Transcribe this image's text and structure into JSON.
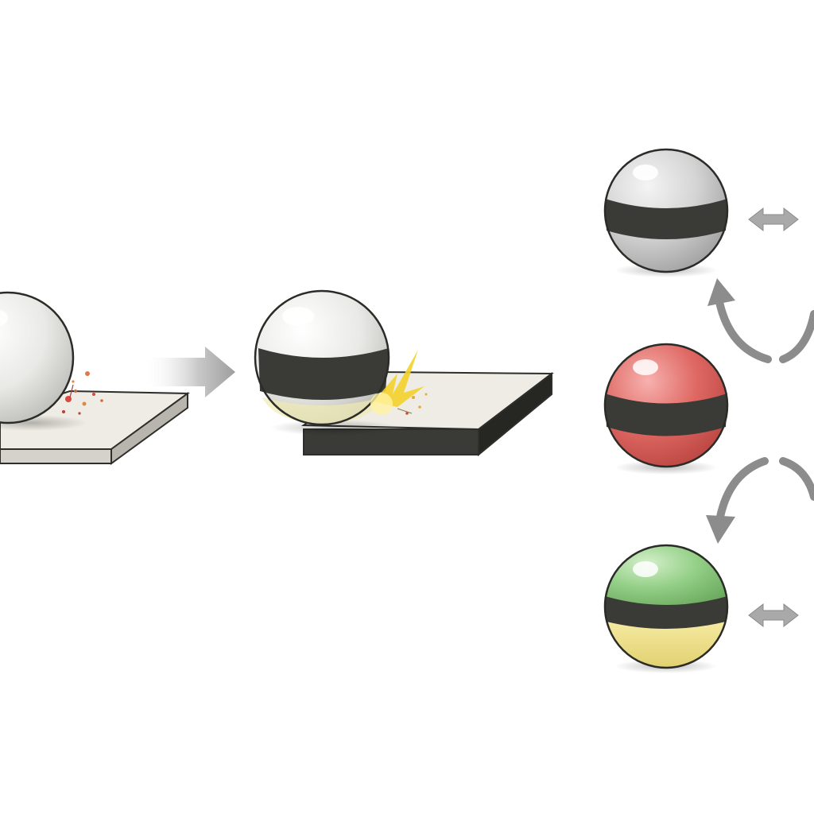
{
  "diagram": {
    "panels": [
      {
        "id": "impact-start",
        "ball": "plain-white",
        "effect": "red-debris"
      },
      {
        "id": "impact-hit",
        "ball": "white-banded",
        "effect": "yellow-sparks"
      }
    ],
    "transition_arrow": "right-arrow-icon",
    "variants": [
      {
        "id": "gray",
        "top_color": "#d7d7d7",
        "band_color": "#3a3a36",
        "bottom_color": "#c9c9c9",
        "side_icon": "double-arrow-icon"
      },
      {
        "id": "red",
        "top_color": "#e06a66",
        "band_color": "#3a3a36",
        "bottom_color": "#e36b64",
        "side_icon": ""
      },
      {
        "id": "green-yellow",
        "top_color": "#93cf86",
        "band_color": "#3a3a36",
        "bottom_color": "#f1e58c",
        "side_icon": "double-arrow-icon"
      }
    ],
    "cycle_arrows": [
      "curved-arrow-up-icon",
      "curved-arrow-down-icon"
    ]
  }
}
